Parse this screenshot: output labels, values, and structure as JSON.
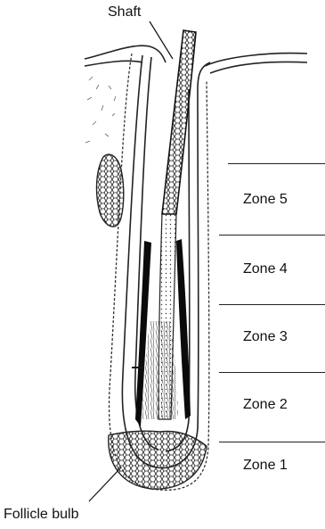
{
  "labels": {
    "shaft": "Shaft",
    "follicle_bulb": "Follicle bulb"
  },
  "zones": [
    {
      "label": "Zone 5"
    },
    {
      "label": "Zone 4"
    },
    {
      "label": "Zone 3"
    },
    {
      "label": "Zone 2"
    },
    {
      "label": "Zone 1"
    }
  ],
  "colors": {
    "ink": "#111111",
    "inner_root_sheath": "#0b0b0b"
  }
}
